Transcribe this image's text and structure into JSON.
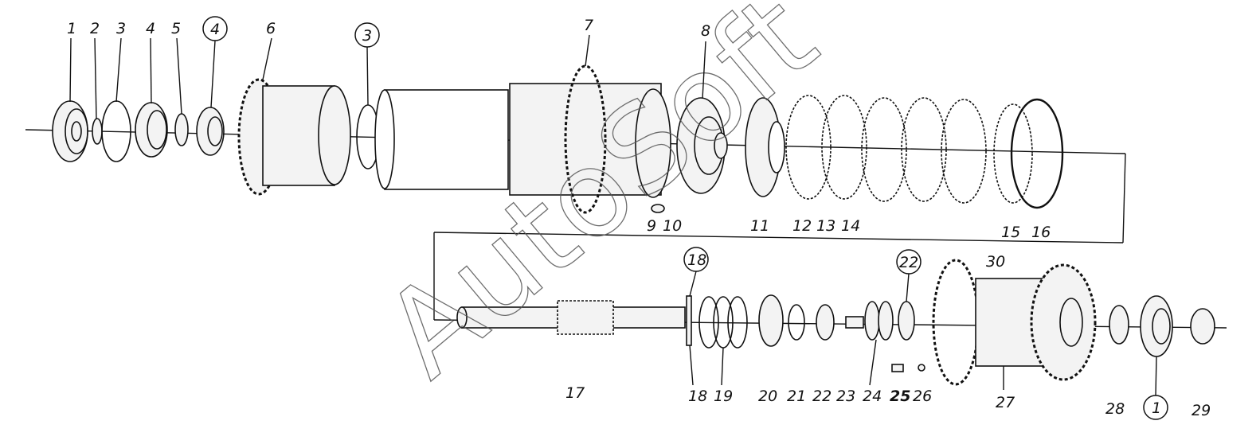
{
  "watermark": "AutoSoft",
  "callouts": [
    {
      "id": "c1",
      "text": "1"
    },
    {
      "id": "c2",
      "text": "2"
    },
    {
      "id": "c3",
      "text": "3"
    },
    {
      "id": "c4",
      "text": "4"
    },
    {
      "id": "c5",
      "text": "5"
    },
    {
      "id": "c4b",
      "text": "4"
    },
    {
      "id": "c6",
      "text": "6"
    },
    {
      "id": "c3b",
      "text": "3"
    },
    {
      "id": "c7",
      "text": "7"
    },
    {
      "id": "c8",
      "text": "8"
    },
    {
      "id": "c9",
      "text": "9"
    },
    {
      "id": "c10",
      "text": "10"
    },
    {
      "id": "c11",
      "text": "11"
    },
    {
      "id": "c12",
      "text": "12"
    },
    {
      "id": "c13",
      "text": "13"
    },
    {
      "id": "c14",
      "text": "14"
    },
    {
      "id": "c15",
      "text": "15"
    },
    {
      "id": "c16",
      "text": "16"
    },
    {
      "id": "c17",
      "text": "17"
    },
    {
      "id": "c18a",
      "text": "18"
    },
    {
      "id": "c18b",
      "text": "18"
    },
    {
      "id": "c19",
      "text": "19"
    },
    {
      "id": "c20",
      "text": "20"
    },
    {
      "id": "c21",
      "text": "21"
    },
    {
      "id": "c22a",
      "text": "22"
    },
    {
      "id": "c22b",
      "text": "22"
    },
    {
      "id": "c23",
      "text": "23"
    },
    {
      "id": "c24",
      "text": "24"
    },
    {
      "id": "c25",
      "text": "25"
    },
    {
      "id": "c26",
      "text": "26"
    },
    {
      "id": "c27",
      "text": "27"
    },
    {
      "id": "c28",
      "text": "28"
    },
    {
      "id": "c1b",
      "text": "1"
    },
    {
      "id": "c29",
      "text": "29"
    },
    {
      "id": "c30",
      "text": "30"
    }
  ]
}
